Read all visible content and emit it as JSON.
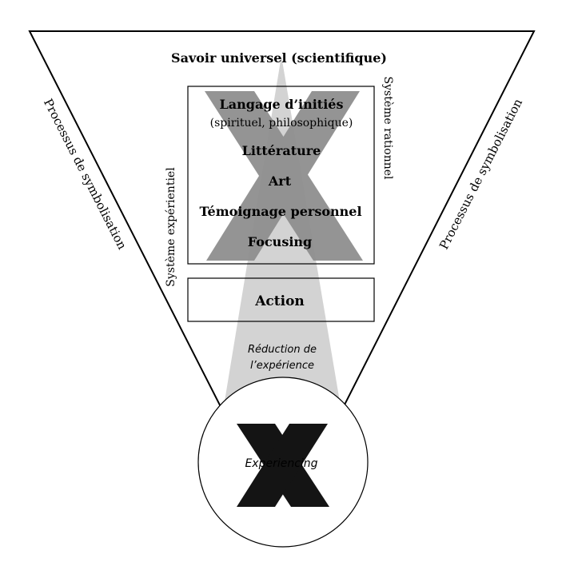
{
  "top_label": "Savoir universel (scientifique)",
  "left_side_label": "Processus de symbolisation",
  "right_side_label": "Processus de symbolisation",
  "inner_left_label": "Système expérientiel",
  "inner_right_label": "Système rationnel",
  "box_items": [
    {
      "text": "Langage d’initiés",
      "bold": true
    },
    {
      "text": "(spirituel, philosophique)",
      "bold": false
    },
    {
      "text": "Littérature",
      "bold": true
    },
    {
      "text": "Art",
      "bold": true
    },
    {
      "text": "Témoignage personnel",
      "bold": true
    },
    {
      "text": "Focusing",
      "bold": true
    }
  ],
  "action_label": "Action",
  "reduction_line1": "Réduction de",
  "reduction_line2": "l’expérience",
  "circle_label": "Experiencing",
  "colors": {
    "outline": "#000000",
    "beam": "#d3d3d3",
    "box_x": "#8f8f8f",
    "circle_x": "#141414"
  }
}
